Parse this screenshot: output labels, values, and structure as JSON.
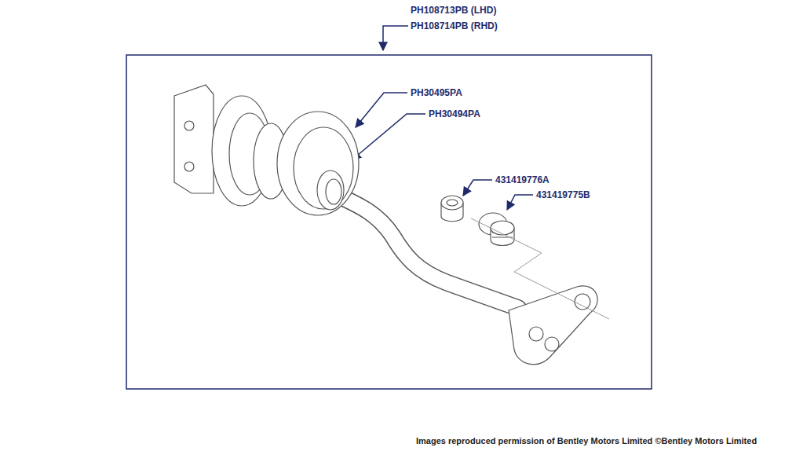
{
  "diagram": {
    "caption": "Images reproduced permission of Bentley Motors Limited ©Bentley Motors Limited",
    "labels": [
      "PH108713PB (LHD)",
      "PH108714PB (RHD)",
      "PH30495PA",
      "PH30494PA",
      "431419776A",
      "431419775B"
    ]
  }
}
